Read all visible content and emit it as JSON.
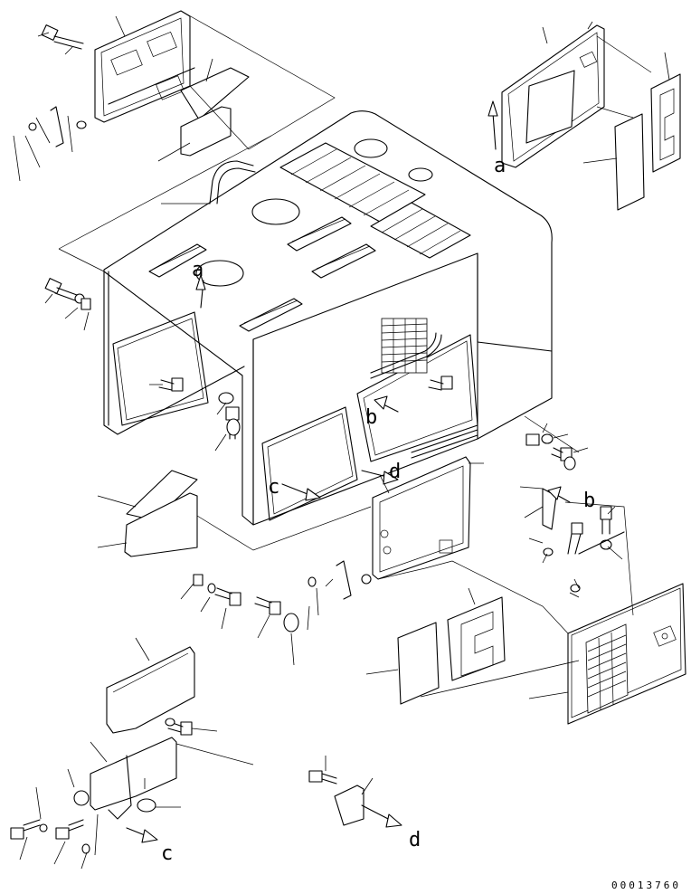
{
  "diagram": {
    "view_labels": [
      "a",
      "a",
      "b",
      "b",
      "c",
      "c",
      "d",
      "d"
    ],
    "drawing_number": "00013760"
  }
}
